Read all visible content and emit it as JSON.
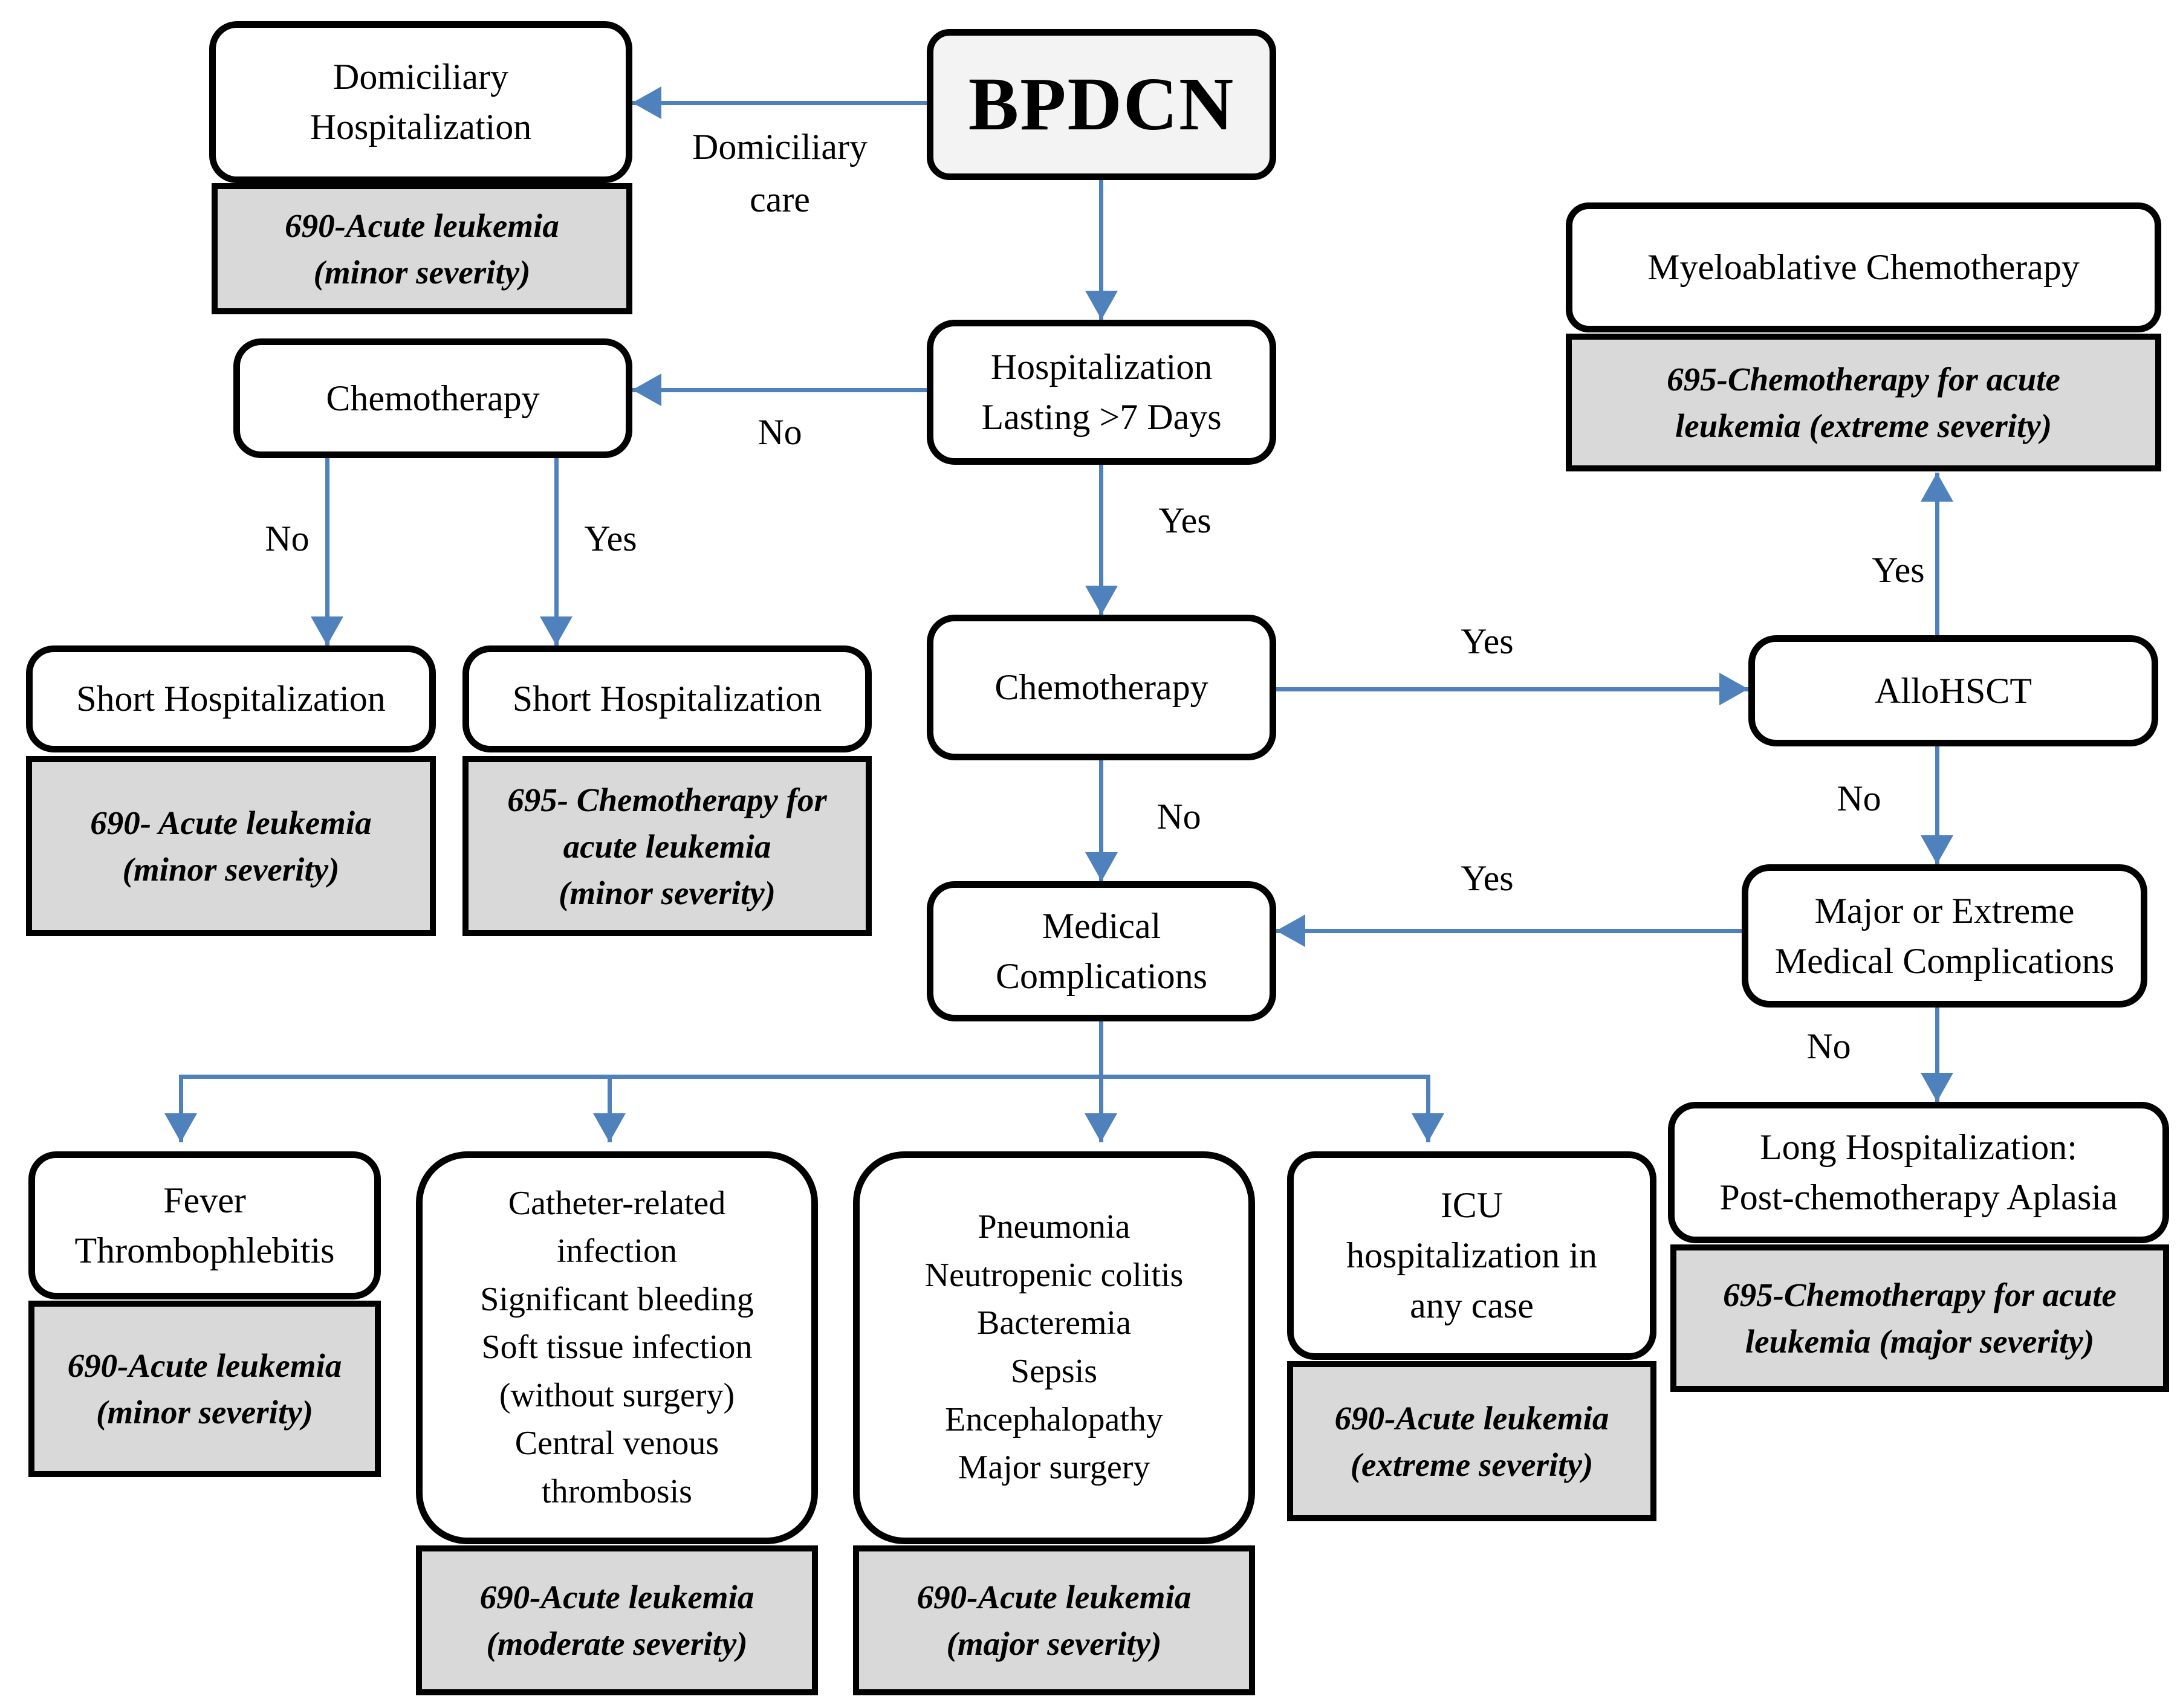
{
  "palette": {
    "arrow_blue": "#4f81bd",
    "box_border": "#000000",
    "drg_gray_fill": "#d9d9d9",
    "start_fill": "#f3f3f3",
    "box_fill": "#ffffff"
  },
  "nodes": {
    "bpdcn": {
      "label": "BPDCN"
    },
    "domiciliary_hospitalization": {
      "label": "Domiciliary\nHospitalization",
      "drg": "690-Acute leukemia\n(minor severity)"
    },
    "hospitalization_7days": {
      "label": "Hospitalization\nLasting >7 Days"
    },
    "chemotherapy_left": {
      "label": "Chemotherapy"
    },
    "short_hospitalization_no_chemo": {
      "label": "Short Hospitalization",
      "drg": "690- Acute leukemia\n(minor severity)"
    },
    "short_hospitalization_chemo": {
      "label": "Short Hospitalization",
      "drg": "695- Chemotherapy for\nacute leukemia\n(minor severity)"
    },
    "chemotherapy_center": {
      "label": "Chemotherapy"
    },
    "allohsct": {
      "label": "AlloHSCT"
    },
    "myeloablative_chemotherapy": {
      "label": "Myeloablative Chemotherapy",
      "drg": "695-Chemotherapy for acute\nleukemia (extreme severity)"
    },
    "major_or_extreme_complications": {
      "label": "Major or Extreme\nMedical Complications"
    },
    "medical_complications": {
      "label": "Medical\nComplications"
    },
    "long_hospitalization": {
      "label": "Long Hospitalization:\nPost-chemotherapy Aplasia",
      "drg": "695-Chemotherapy for acute\nleukemia (major severity)"
    },
    "fever_thrombophlebitis": {
      "label": "Fever\nThrombophlebitis",
      "drg": "690-Acute leukemia\n(minor severity)"
    },
    "catheter_group": {
      "label": "Catheter-related\ninfection\nSignificant bleeding\nSoft tissue infection\n(without surgery)\nCentral venous\nthrombosis",
      "drg": "690-Acute leukemia\n(moderate severity)"
    },
    "pneumonia_group": {
      "label": "Pneumonia\nNeutropenic colitis\nBacteremia\nSepsis\nEncephalopathy\nMajor surgery",
      "drg": "690-Acute leukemia\n(major severity)"
    },
    "icu_hospitalization": {
      "label": "ICU\nhospitalization in\nany case",
      "drg": "690-Acute leukemia\n(extreme severity)"
    }
  },
  "edge_labels": {
    "domiciliary_care": "Domiciliary\ncare",
    "hosp_no": "No",
    "hosp_yes": "Yes",
    "chemo_left_no": "No",
    "chemo_left_yes": "Yes",
    "chemo_center_yes": "Yes",
    "chemo_center_no": "No",
    "allohsct_yes_up": "Yes",
    "allohsct_no_down": "No",
    "major_yes_left": "Yes",
    "major_no_down": "No"
  }
}
